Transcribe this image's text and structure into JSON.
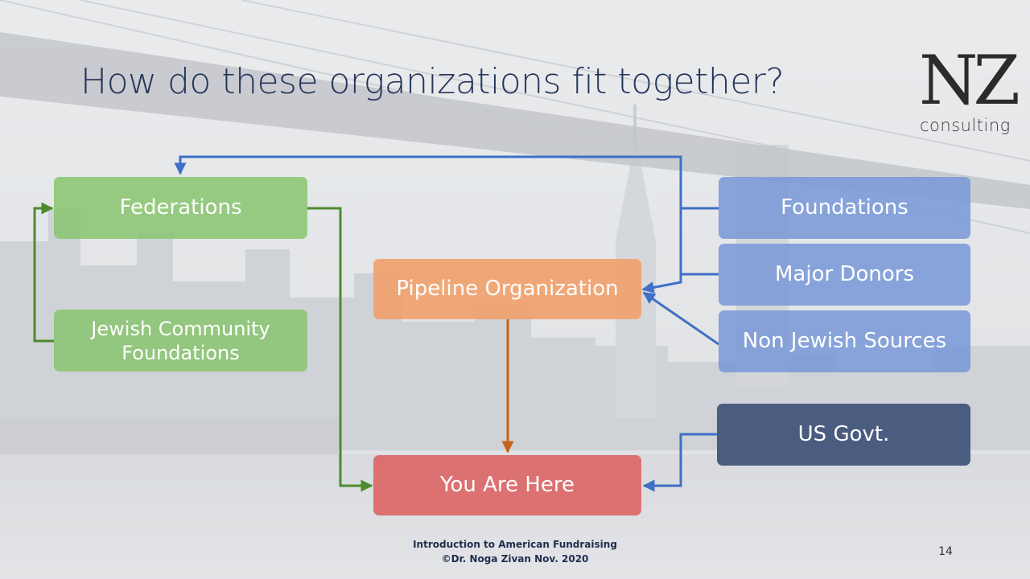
{
  "slide": {
    "title": "How do these organizations fit together?",
    "page_number": "14"
  },
  "logo": {
    "mark": "NZ",
    "word": "consulting"
  },
  "nodes": {
    "federations": "Federations",
    "jcf_line1": "Jewish Community",
    "jcf_line2": "Foundations",
    "pipeline": "Pipeline Organization",
    "you_are_here": "You Are Here",
    "foundations": "Foundations",
    "major_donors": "Major Donors",
    "non_jewish": "Non Jewish Sources",
    "us_govt": "US Govt."
  },
  "footer": {
    "line1": "Introduction to  American Fundraising",
    "line2": "©Dr. Noga Zivan Nov. 2020"
  },
  "colors": {
    "green_arrow": "#4e8a2e",
    "orange_arrow": "#c5621a",
    "blue_arrow": "#3f6fc6",
    "title": "#24365a"
  }
}
